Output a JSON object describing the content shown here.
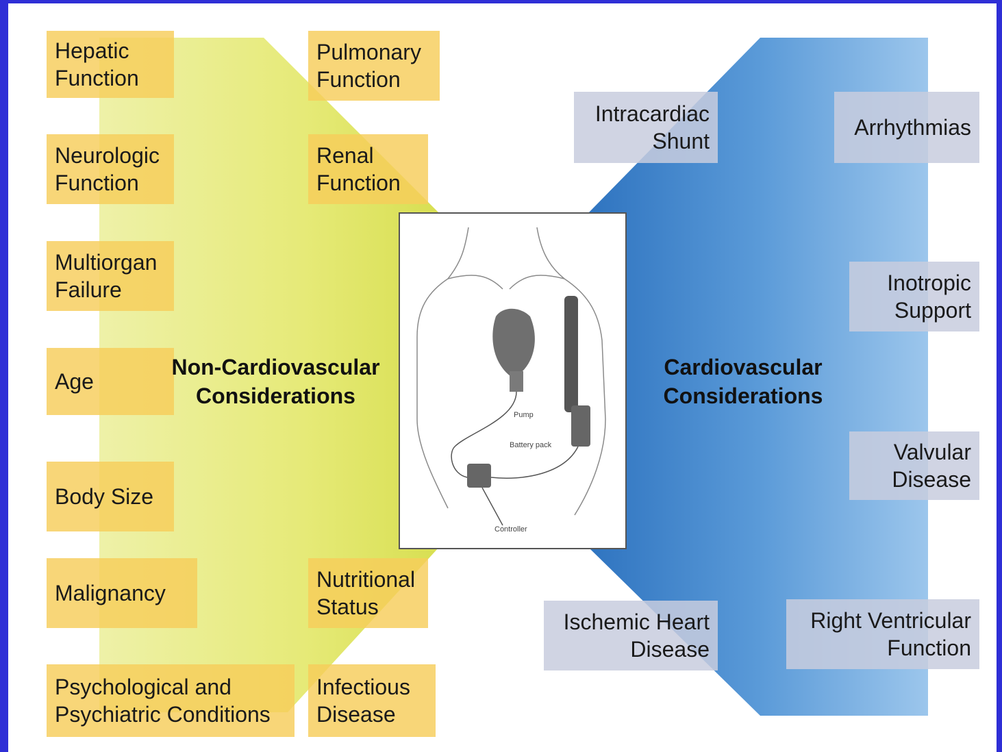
{
  "non_cardio": {
    "title": "Non-Cardiovascular\nConsiderations",
    "left_items": [
      "Hepatic\nFunction",
      "Neurologic\nFunction",
      "Multiorgan\nFailure",
      "Age",
      "Body Size",
      "Malignancy",
      "Psychological and\nPsychiatric Conditions"
    ],
    "right_items": [
      "Pulmonary\nFunction",
      "Renal\nFunction",
      "Nutritional\nStatus",
      "Infectious\nDisease"
    ]
  },
  "cardio": {
    "title": "Cardiovascular\nConsiderations",
    "left_items": [
      "Intracardiac\nShunt",
      "Ischemic Heart\nDisease"
    ],
    "right_items": [
      "Arrhythmias",
      "Inotropic\nSupport",
      "Valvular\nDisease",
      "Right Ventricular\nFunction"
    ]
  },
  "illustration": {
    "labels": [
      "Pump",
      "Battery pack",
      "Controller"
    ]
  },
  "colors": {
    "frame": "#2f2fd6",
    "yellow_band": "#e8ec7a",
    "blue_band": "#5a9ad8",
    "box_yellow": "#f7cd5a",
    "box_gray": "#c8cdde"
  }
}
